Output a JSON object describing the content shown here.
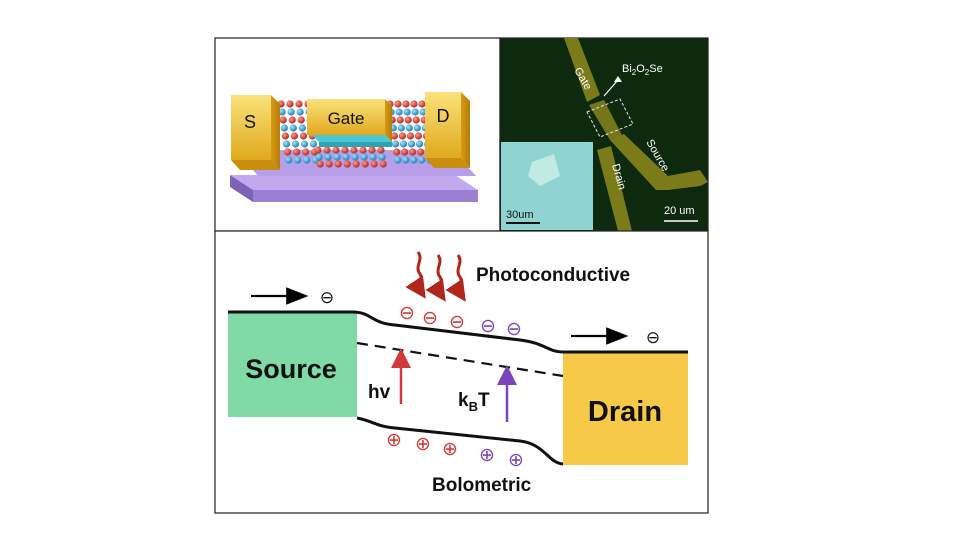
{
  "device": {
    "source_letter": "S",
    "gate_label": "Gate",
    "drain_letter": "D"
  },
  "micrograph": {
    "gate_label": "Gate",
    "material_label": "Bi",
    "material_sub1": "2",
    "material_mid": "O",
    "material_sub2": "2",
    "material_end": "Se",
    "source_label": "Source",
    "drain_label": "Drain",
    "inset_scale": "30um",
    "main_scale": "20 um"
  },
  "band_diagram": {
    "photoconductive_label": "Photoconductive",
    "bolometric_label": "Bolometric",
    "source_label": "Source",
    "drain_label": "Drain",
    "hv_label": "hv",
    "kbt_main": "k",
    "kbt_sub": "B",
    "kbt_end": "T",
    "electron_sign": "⊖",
    "hole_sign": "⊕"
  },
  "colors": {
    "gold": "#f2c230",
    "source_green": "#7fdaa5",
    "drain_gold": "#f7c948",
    "electron_red": "#d03a3a",
    "carrier_purple": "#7a45b8",
    "substrate_purple": "#a48bd6",
    "micro_bg": "#0d2a0f",
    "inset_cyan": "#8fd4d0"
  }
}
